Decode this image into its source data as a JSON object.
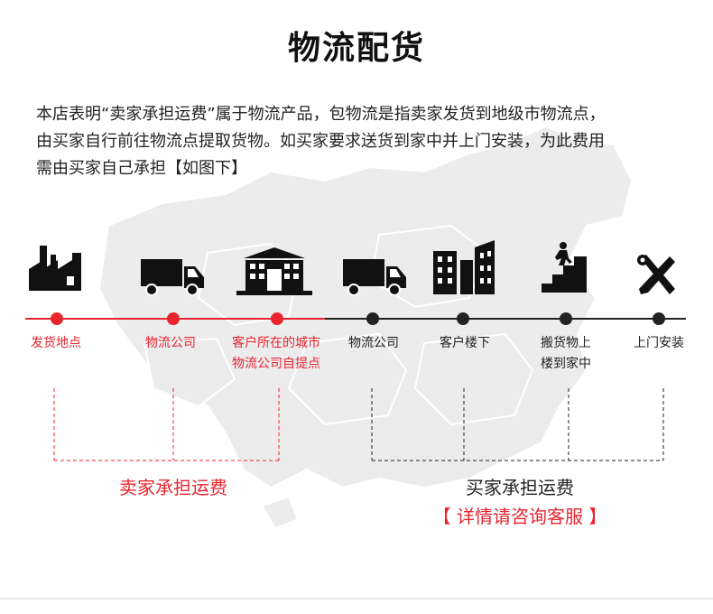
{
  "title": "物流配货",
  "intro": {
    "line1": "本店表明“卖家承担运费”属于物流产品，包物流是指卖家发货到地级市物流点，",
    "line2": "由买家自行前往物流点提取货物。如买家要求送货到家中并上门安装，为此费用",
    "line3": "需由买家自己承担【如图下】"
  },
  "steps": [
    {
      "icon": "factory-icon",
      "label1": "发货地点",
      "label2": "",
      "color": "red"
    },
    {
      "icon": "truck-icon",
      "label1": "物流公司",
      "label2": "",
      "color": "red"
    },
    {
      "icon": "warehouse-icon",
      "label1": "客户所在的城市",
      "label2": "物流公司自提点",
      "color": "red"
    },
    {
      "icon": "truck-icon",
      "label1": "物流公司",
      "label2": "",
      "color": "dark"
    },
    {
      "icon": "buildings-icon",
      "label1": "客户楼下",
      "label2": "",
      "color": "dark"
    },
    {
      "icon": "stairs-climbing-icon",
      "label1": "搬货物上",
      "label2": "楼到家中",
      "color": "dark"
    },
    {
      "icon": "tools-icon",
      "label1": "上门安装",
      "label2": "",
      "color": "dark"
    }
  ],
  "seller_pays": "卖家承担运费",
  "buyer_pays": "买家承担运费",
  "contact": "【 详情请咨询客服 】",
  "colors": {
    "accent": "#e8242f",
    "dark": "#222222",
    "map": "#e9e9e9"
  }
}
